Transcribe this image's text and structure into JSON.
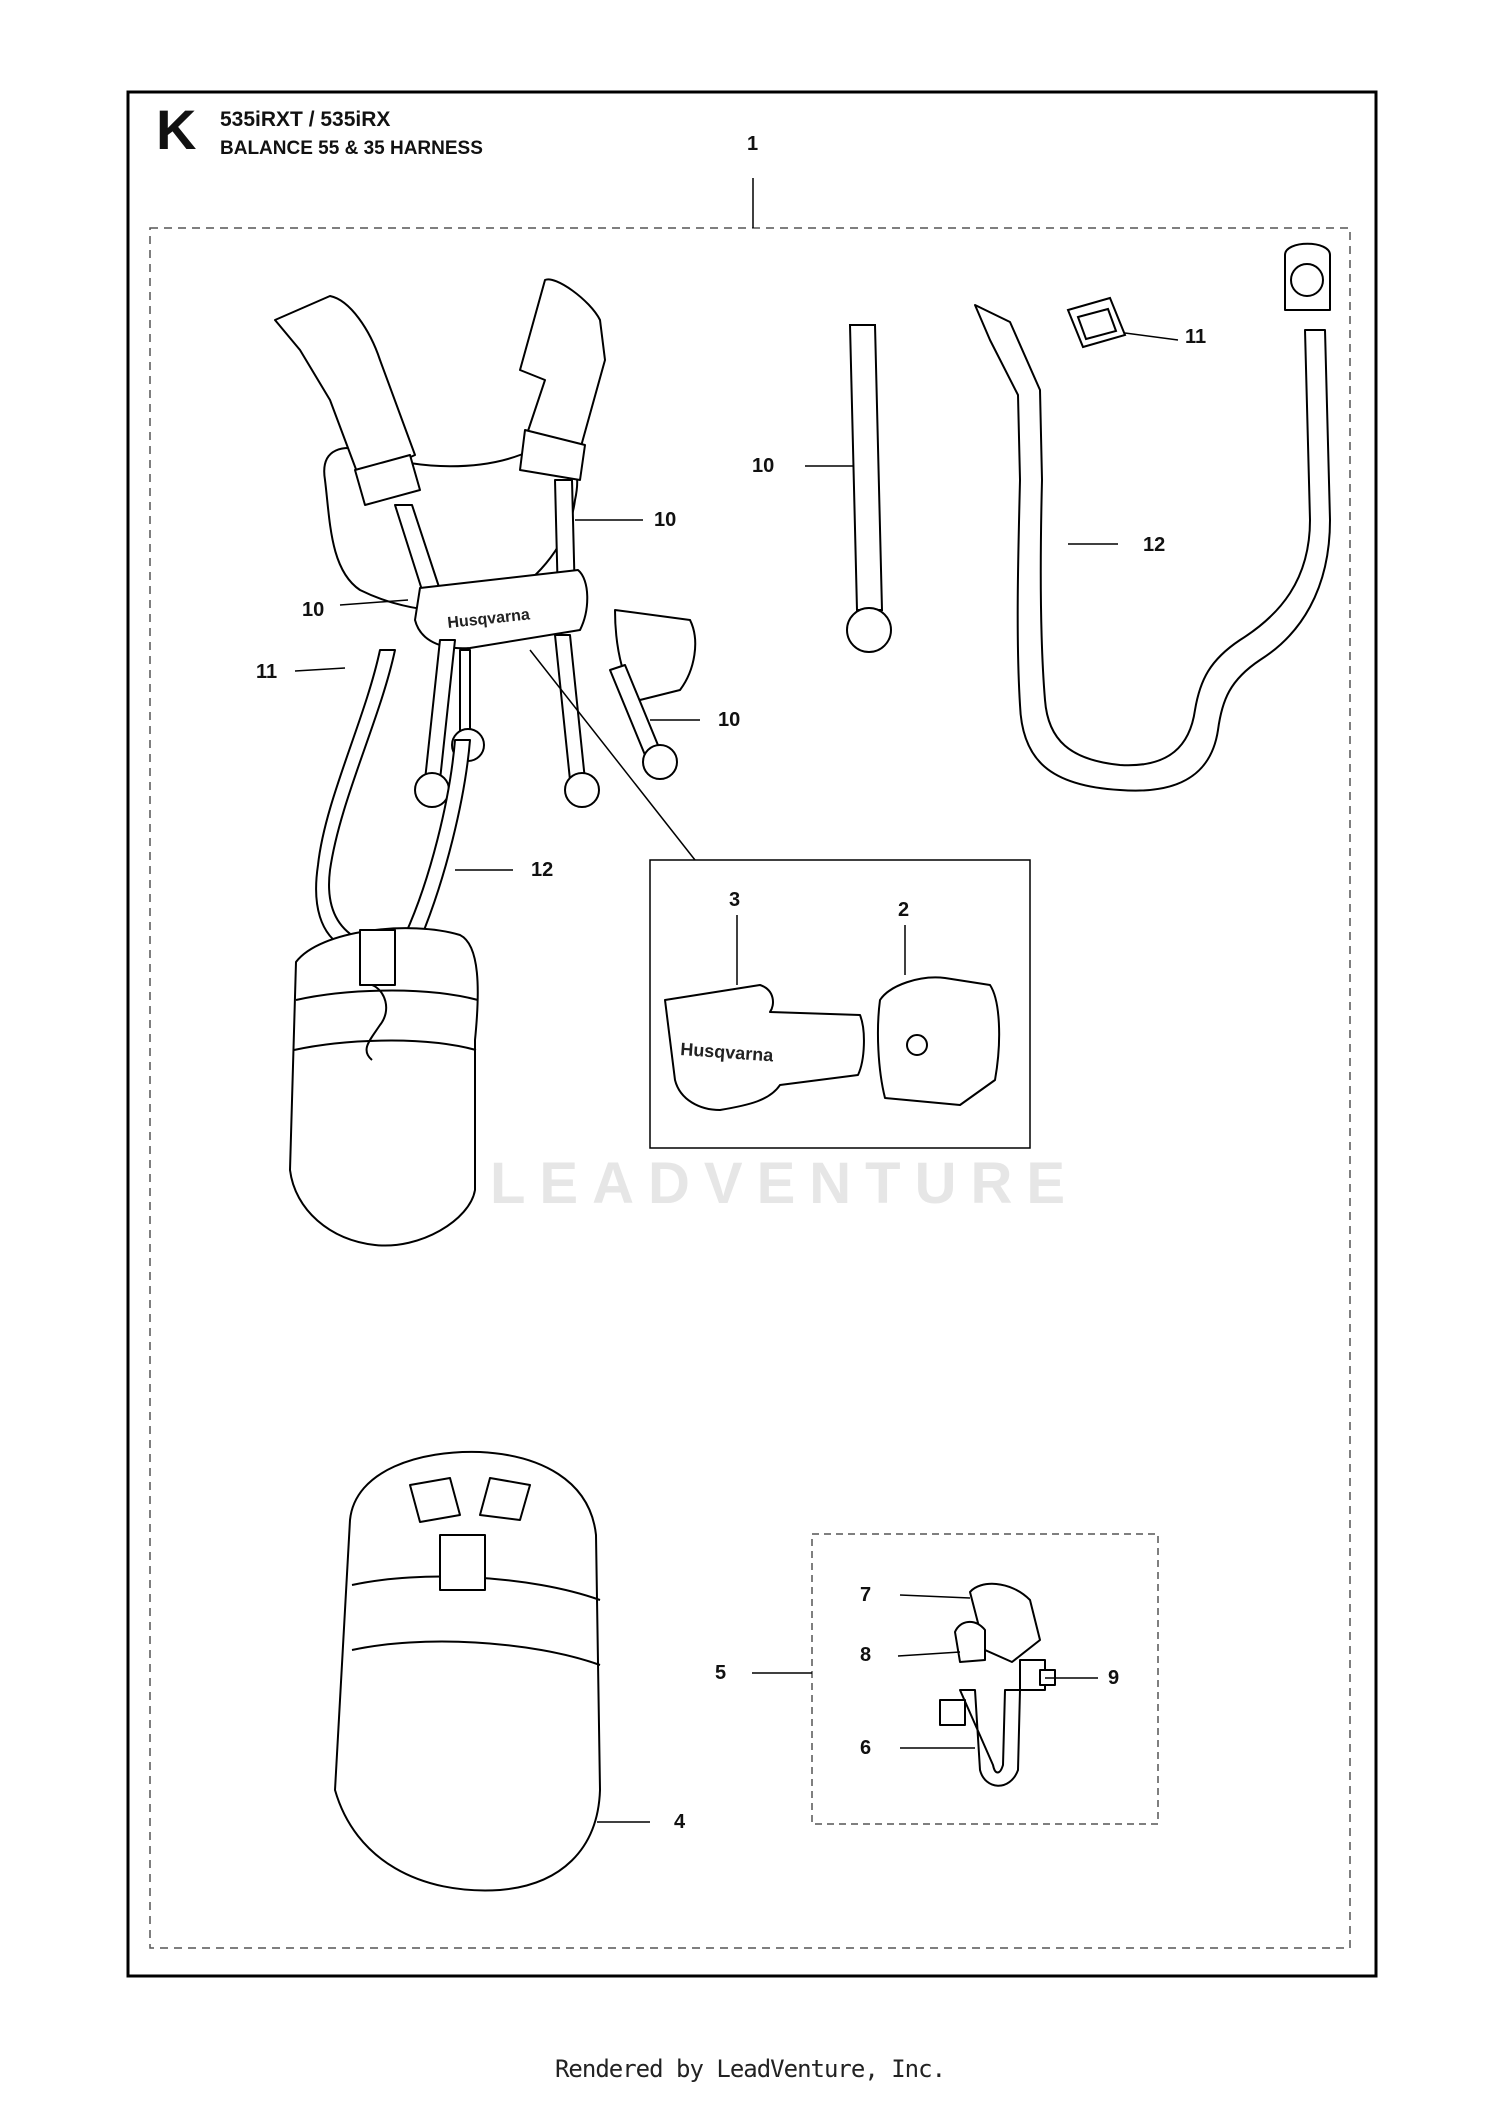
{
  "header": {
    "section_letter": "K",
    "model": "535iRXT / 535iRX",
    "title": "BALANCE 55 & 35 HARNESS"
  },
  "callouts": {
    "c1": "1",
    "c2": "2",
    "c3": "3",
    "c4": "4",
    "c5": "5",
    "c6": "6",
    "c7": "7",
    "c8": "8",
    "c9": "9",
    "c10a": "10",
    "c10b": "10",
    "c10c": "10",
    "c10d": "10",
    "c11a": "11",
    "c11b": "11",
    "c12a": "12",
    "c12b": "12"
  },
  "brand_mark": "Husqvarna",
  "watermark": "LEADVENTURE",
  "footer": "Rendered by LeadVenture, Inc."
}
